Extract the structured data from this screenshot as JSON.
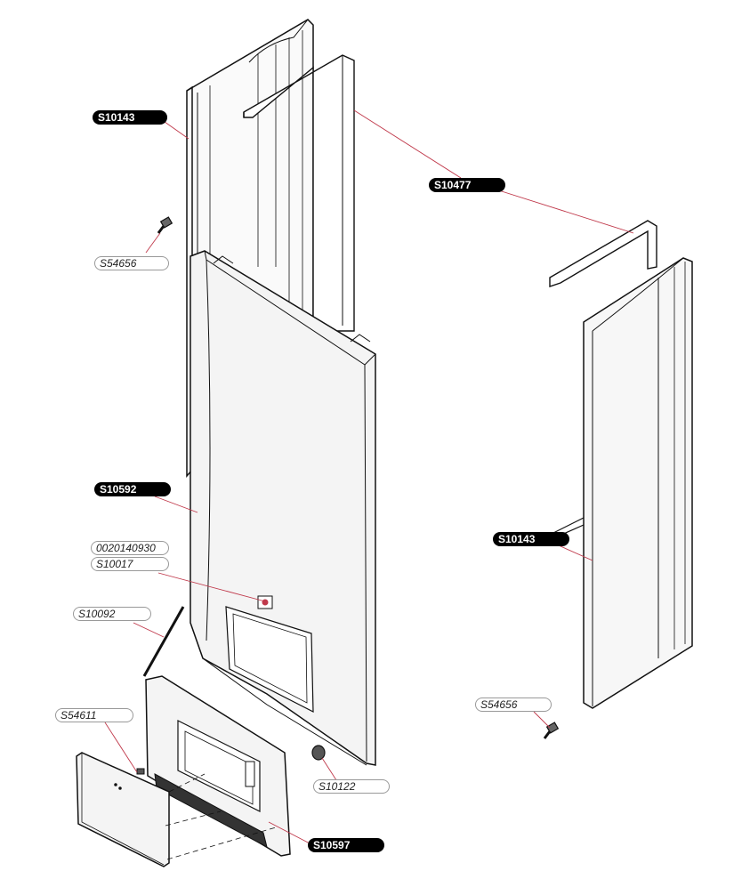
{
  "diagram": {
    "labels": {
      "s10143_top": "S10143",
      "s10477": "S10477",
      "s54656_left": "S54656",
      "s10592": "S10592",
      "code_0020140930": "0020140930",
      "s10017": "S10017",
      "s10092": "S10092",
      "s54611": "S54611",
      "s10122": "S10122",
      "s10597": "S10597",
      "s10143_right": "S10143",
      "s54656_right": "S54656"
    },
    "colors": {
      "leader_line": "#c0394b",
      "outline": "#111111",
      "label_fill": "#000000",
      "panel_fill": "#f4f4f4"
    }
  }
}
